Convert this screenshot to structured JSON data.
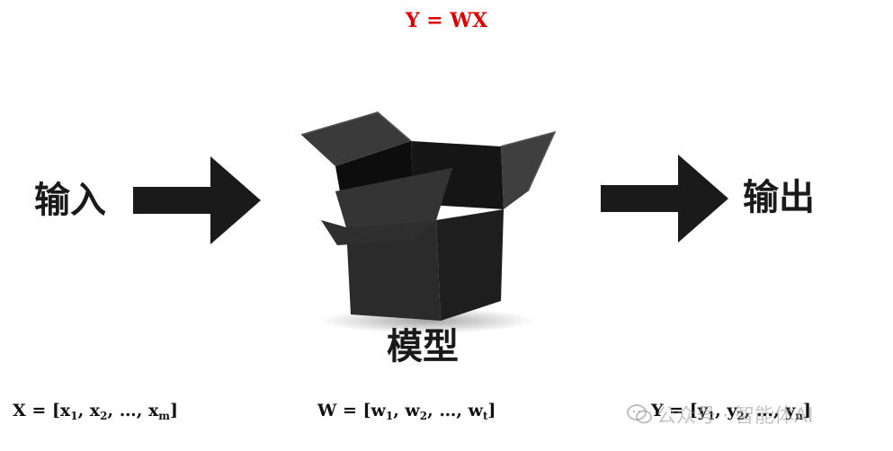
{
  "top_formula": "Y = WX",
  "labels": {
    "input": "输入",
    "output": "输出",
    "model": "模型"
  },
  "formulas": {
    "x": {
      "lhs": "X = [x",
      "s1": "1",
      "mid1": ", x",
      "s2": "2",
      "mid2": ", …, x",
      "s3": "m",
      "end": "]"
    },
    "w": {
      "lhs": "W = [w",
      "s1": "1",
      "mid1": ", w",
      "s2": "2",
      "mid2": ", …, w",
      "s3": "t",
      "end": "]"
    },
    "y": {
      "lhs": "Y = [y",
      "s1": "1",
      "mid1": ", y",
      "s2": "2",
      "mid2": ", …, y",
      "s3": "n",
      "end": "]"
    }
  },
  "watermark": {
    "text": "公众号 · 智能体AI",
    "icon": "wechat-icon"
  },
  "colors": {
    "formula_accent": "#e00000",
    "arrow": "#1a1a1a",
    "box": "#2b2b2b"
  }
}
